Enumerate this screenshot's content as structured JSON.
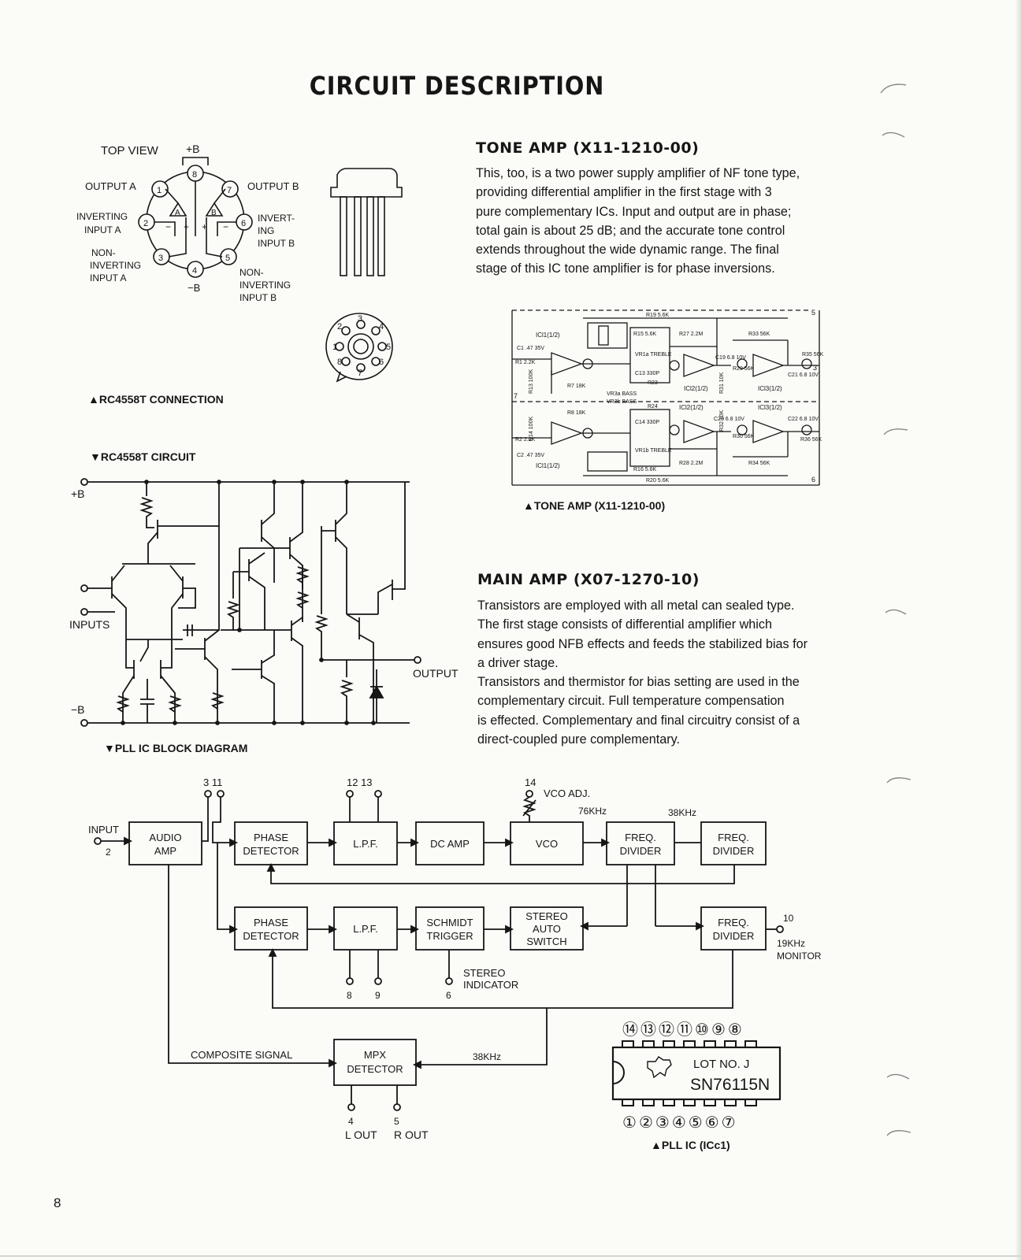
{
  "page": {
    "title": "CIRCUIT DESCRIPTION",
    "page_number": "8"
  },
  "rc4558_connection": {
    "top_view": "TOP VIEW",
    "plus_b": "+B",
    "minus_b": "−B",
    "output_a": "OUTPUT A",
    "output_b": "OUTPUT B",
    "inverting_input_a": [
      "INVERTING",
      "INPUT A"
    ],
    "non_inverting_input_a": [
      "NON-",
      "INVERTING",
      "INPUT A"
    ],
    "invert_ing_input_b": [
      "INVERT-",
      "ING",
      "INPUT B"
    ],
    "non_inverting_input_b": [
      "NON-",
      "INVERTING",
      "INPUT B"
    ],
    "amp_a": "A",
    "amp_b": "B",
    "pins": [
      "1",
      "2",
      "3",
      "4",
      "5",
      "6",
      "7",
      "8"
    ],
    "caption": "▲RC4558T CONNECTION"
  },
  "rc4558_circuit": {
    "caption": "▼RC4558T CIRCUIT",
    "plus_b": "+B",
    "minus_b": "−B",
    "inputs": "INPUTS",
    "output": "OUTPUT"
  },
  "tone_amp": {
    "heading": "TONE AMP (X11-1210-00)",
    "lines": [
      "This, too, is a two power supply amplifier of NF tone type,",
      "providing differential amplifier in the first stage with 3",
      "pure complementary ICs. Input and output are in phase;",
      "total gain is about 25 dB; and the accurate tone control",
      "extends throughout the wide dynamic range. The final",
      "stage of this IC tone amplifier is for phase inversions."
    ],
    "caption": "▲TONE AMP (X11-1210-00)",
    "schematic_labels": {
      "ic1_1": "ICl1(1/2)",
      "ic1_2": "ICl1(1/2)",
      "ic2_1": "ICl2(1/2)",
      "ic2_2": "ICl2(1/2)",
      "ic3_1": "ICl3(1/2)",
      "ic3_2": "ICl3(1/2)",
      "r19": "R19 5.6K",
      "r20": "R20 5.6K",
      "r15": "R15 5.6K",
      "r16": "R16 5.6K",
      "r27": "R27 2.2M",
      "r28": "R28 2.2M",
      "r33": "R33 56K",
      "r34": "R34 56K",
      "r1": "R1 2.2K",
      "r2": "R2 2.2K",
      "c1": "C1 .47 35V",
      "c2": "C2 .47 35V",
      "r7": "R7 18K",
      "r8": "R8 18K",
      "r23": "R23",
      "r24": "R24",
      "vr3a": "VR3a BASS",
      "vr3b": "VR3b BASS",
      "vr1": "VR1a TREBLE",
      "vr2": "VR1b TREBLE",
      "c19": "C19 6.8 10V",
      "c20": "C20 6.8 10V",
      "c21": "C21 6.8 10V",
      "c22": "C22 6.8 10V",
      "c13": "C13 330P",
      "c14": "C14 330P",
      "r13": "R13 100K",
      "r14": "R14 100K",
      "r29": "R29 56K",
      "r30": "R30 56K",
      "r31": "R31 10K",
      "r32": "R32 10K",
      "r35": "R35 56K",
      "r36": "R36 56K",
      "pin5": "5",
      "pin6": "6",
      "pin7": "7",
      "pin3": "3"
    }
  },
  "to5_bottom": {
    "pins": [
      "1",
      "2",
      "3",
      "4",
      "5",
      "6",
      "7",
      "8"
    ]
  },
  "main_amp": {
    "heading": "MAIN AMP (X07-1270-10)",
    "lines": [
      "Transistors are employed with all metal can sealed type.",
      "The first stage consists of differential amplifier which",
      "ensures good NFB effects and feeds the stabilized bias for",
      "a driver stage.",
      "Transistors and thermistor for bias setting are used in the",
      "complementary circuit. Full temperature compensation",
      "is effected. Complementary and final circuitry consist of a",
      "direct-coupled pure complementary."
    ]
  },
  "pll_block": {
    "caption": "▼PLL IC BLOCK DIAGRAM",
    "input_label": "INPUT",
    "input_pin": "2",
    "pins_top_left": "3 11",
    "pins_lpf": "12 13",
    "pin_vco": "14",
    "vco_adj": "VCO ADJ.",
    "freq_76": "76KHz",
    "freq_38": "38KHz",
    "blocks": {
      "audio_amp": [
        "AUDIO",
        "AMP"
      ],
      "phase_detector_1": [
        "PHASE",
        "DETECTOR"
      ],
      "lpf_1": "L.P.F.",
      "dc_amp": "DC AMP",
      "vco": "VCO",
      "freq_divider_1": [
        "FREQ.",
        "DIVIDER"
      ],
      "freq_divider_2": [
        "FREQ.",
        "DIVIDER"
      ],
      "phase_detector_2": [
        "PHASE",
        "DETECTOR"
      ],
      "lpf_2": "L.P.F.",
      "schmidt_trigger": [
        "SCHMIDT",
        "TRIGGER"
      ],
      "stereo_auto_switch": [
        "STEREO",
        "AUTO",
        "SWITCH"
      ],
      "freq_divider_3": [
        "FREQ.",
        "DIVIDER"
      ],
      "mpx_detector": [
        "MPX",
        "DETECTOR"
      ]
    },
    "pin_10": "10",
    "monitor": [
      "19KHz",
      "MONITOR"
    ],
    "stereo_indicator": [
      "STEREO",
      "INDICATOR"
    ],
    "pin_8": "8",
    "pin_9": "9",
    "pin_6": "6",
    "composite_signal": "COMPOSITE SIGNAL",
    "freq_38_mpx": "38KHz",
    "pin_4": "4",
    "pin_5": "5",
    "l_out": "L OUT",
    "r_out": "R OUT"
  },
  "pll_ic": {
    "top_pins": [
      "⑭",
      "⑬",
      "⑫",
      "⑪",
      "⑩",
      "⑨",
      "⑧"
    ],
    "bottom_pins": [
      "①",
      "②",
      "③",
      "④",
      "⑤",
      "⑥",
      "⑦"
    ],
    "lot": "LOT NO. J",
    "part": "SN76115N",
    "caption": "▲PLL IC (ICc1)"
  }
}
